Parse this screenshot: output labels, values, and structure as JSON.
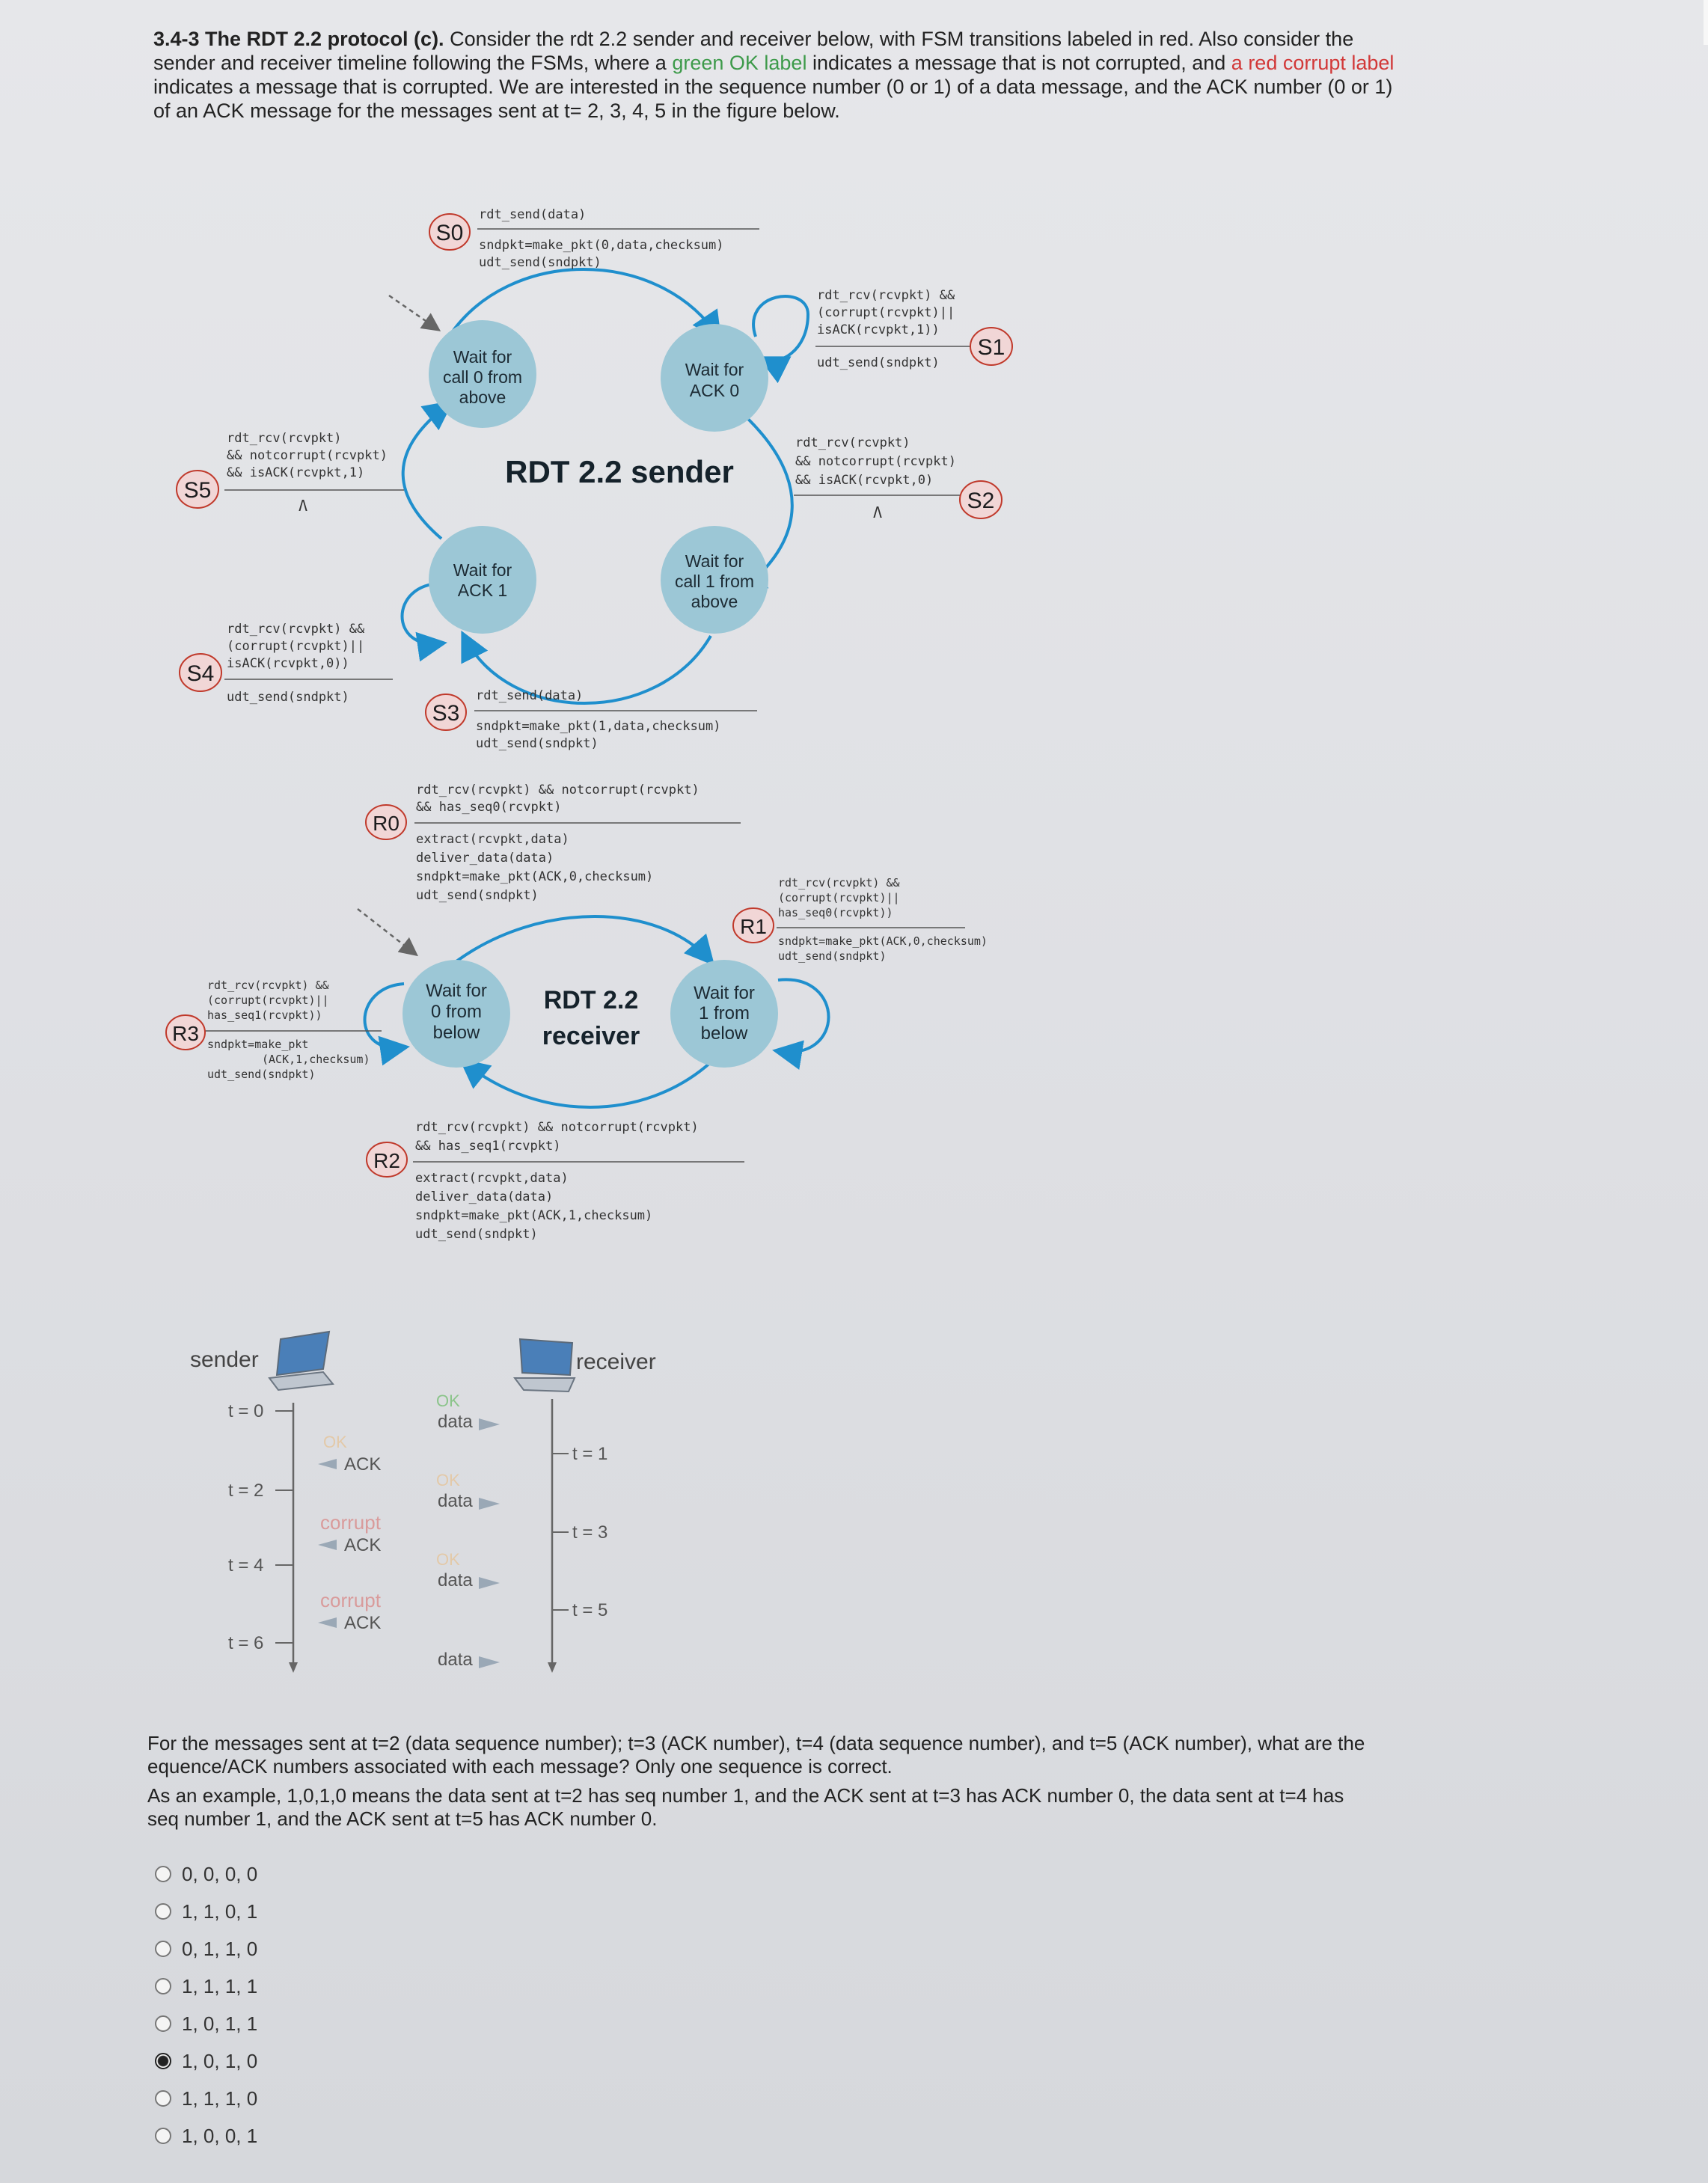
{
  "intro": {
    "title": "3.4-3 The RDT 2.2 protocol (c).",
    "text_1": " Consider the rdt 2.2 sender and receiver below, with FSM transitions labeled in red. Also consider the sender and receiver timeline following the FSMs, where a ",
    "green_phrase": "green OK label",
    "text_2": " indicates a message that is not corrupted, and ",
    "red_phrase": "a red corrupt label",
    "text_3": " indicates a message that is corrupted. We are interested in the sequence number (0 or 1) of a data message, and the ACK number (0 or 1) of an ACK message for the messages sent at t= 2, 3, 4, 5 in the figure below."
  },
  "sender_fsm": {
    "title": "RDT 2.2 sender",
    "states": {
      "wait_call0": [
        "Wait for",
        "call 0 from",
        "above"
      ],
      "wait_ack0": [
        "Wait for",
        "ACK 0"
      ],
      "wait_ack1": [
        "Wait for",
        "ACK 1"
      ],
      "wait_call1": [
        "Wait for",
        "call 1 from",
        "above"
      ]
    },
    "transitions": {
      "S0": {
        "tag": "S0",
        "event": "rdt_send(data)",
        "actions": [
          "sndpkt=make_pkt(0,data,checksum)",
          "udt_send(sndpkt)"
        ]
      },
      "S1": {
        "tag": "S1",
        "event": [
          "rdt_rcv(rcvpkt) &&",
          "(corrupt(rcvpkt)||",
          "isACK(rcvpkt,1))"
        ],
        "actions": [
          "udt_send(sndpkt)"
        ]
      },
      "S2": {
        "tag": "S2",
        "event": [
          "rdt_rcv(rcvpkt)",
          "&& notcorrupt(rcvpkt)",
          "&& isACK(rcvpkt,0)"
        ],
        "actions": [
          "Λ"
        ]
      },
      "S3": {
        "tag": "S3",
        "event": "rdt_send(data)",
        "actions": [
          "sndpkt=make_pkt(1,data,checksum)",
          "udt_send(sndpkt)"
        ]
      },
      "S4": {
        "tag": "S4",
        "event": [
          "rdt_rcv(rcvpkt) &&",
          "(corrupt(rcvpkt)||",
          "isACK(rcvpkt,0))"
        ],
        "actions": [
          "udt_send(sndpkt)"
        ]
      },
      "S5": {
        "tag": "S5",
        "event": [
          "rdt_rcv(rcvpkt)",
          "&& notcorrupt(rcvpkt)",
          "&& isACK(rcvpkt,1)"
        ],
        "actions": [
          "Λ"
        ]
      }
    }
  },
  "receiver_fsm": {
    "title": [
      "RDT 2.2",
      "receiver"
    ],
    "states": {
      "wait0": [
        "Wait for",
        "0 from",
        "below"
      ],
      "wait1": [
        "Wait for",
        "1 from",
        "below"
      ]
    },
    "transitions": {
      "R0": {
        "tag": "R0",
        "event": [
          "rdt_rcv(rcvpkt) && notcorrupt(rcvpkt)",
          "&& has_seq0(rcvpkt)"
        ],
        "actions": [
          "extract(rcvpkt,data)",
          "deliver_data(data)",
          "sndpkt=make_pkt(ACK,0,checksum)",
          "udt_send(sndpkt)"
        ]
      },
      "R1": {
        "tag": "R1",
        "event": [
          "rdt_rcv(rcvpkt) &&",
          "(corrupt(rcvpkt)||",
          "has_seq0(rcvpkt))"
        ],
        "actions": [
          "sndpkt=make_pkt(ACK,0,checksum)",
          "udt_send(sndpkt)"
        ]
      },
      "R2": {
        "tag": "R2",
        "event": [
          "rdt_rcv(rcvpkt) && notcorrupt(rcvpkt)",
          "&& has_seq1(rcvpkt)"
        ],
        "actions": [
          "extract(rcvpkt,data)",
          "deliver_data(data)",
          "sndpkt=make_pkt(ACK,1,checksum)",
          "udt_send(sndpkt)"
        ]
      },
      "R3": {
        "tag": "R3",
        "event": [
          "rdt_rcv(rcvpkt) &&",
          "(corrupt(rcvpkt)||",
          "has_seq1(rcvpkt))"
        ],
        "actions": [
          "sndpkt=make_pkt",
          "(ACK,1,checksum)",
          "udt_send(sndpkt)"
        ]
      }
    }
  },
  "timeline": {
    "sender_label": "sender",
    "receiver_label": "receiver",
    "sender_times": [
      "t = 0",
      "t = 2",
      "t = 4",
      "t = 6"
    ],
    "receiver_times": [
      "t = 1",
      "t = 3",
      "t = 5"
    ],
    "ok": "OK",
    "corrupt": "corrupt",
    "data": "data",
    "ack": "ACK"
  },
  "question": {
    "p1": "For the messages sent at t=2 (data sequence number); t=3 (ACK number), t=4 (data sequence number), and t=5 (ACK number), what are the equence/ACK numbers associated with each message?  Only one sequence is correct.",
    "p2": "As an example, 1,0,1,0 means the data sent at t=2 has seq number 1, and the ACK sent at t=3 has ACK number 0, the data sent at t=4 has seq number 1, and the ACK sent at t=5 has ACK number 0.",
    "options": [
      "0, 0, 0, 0",
      "1, 1, 0, 1",
      "0, 1, 1, 0",
      "1, 1, 1, 1",
      "1, 0, 1, 1",
      "1, 0, 1, 0",
      "1, 1, 1, 0",
      "1, 0, 0, 1"
    ],
    "selected": "1, 0, 1, 0"
  },
  "colors": {
    "state_fill": "#9cc7d6",
    "arc": "#1f8fcd",
    "tag_red": "#c0392b",
    "ok_green": "#8bc48a",
    "corrupt_red": "#e08b8b"
  }
}
